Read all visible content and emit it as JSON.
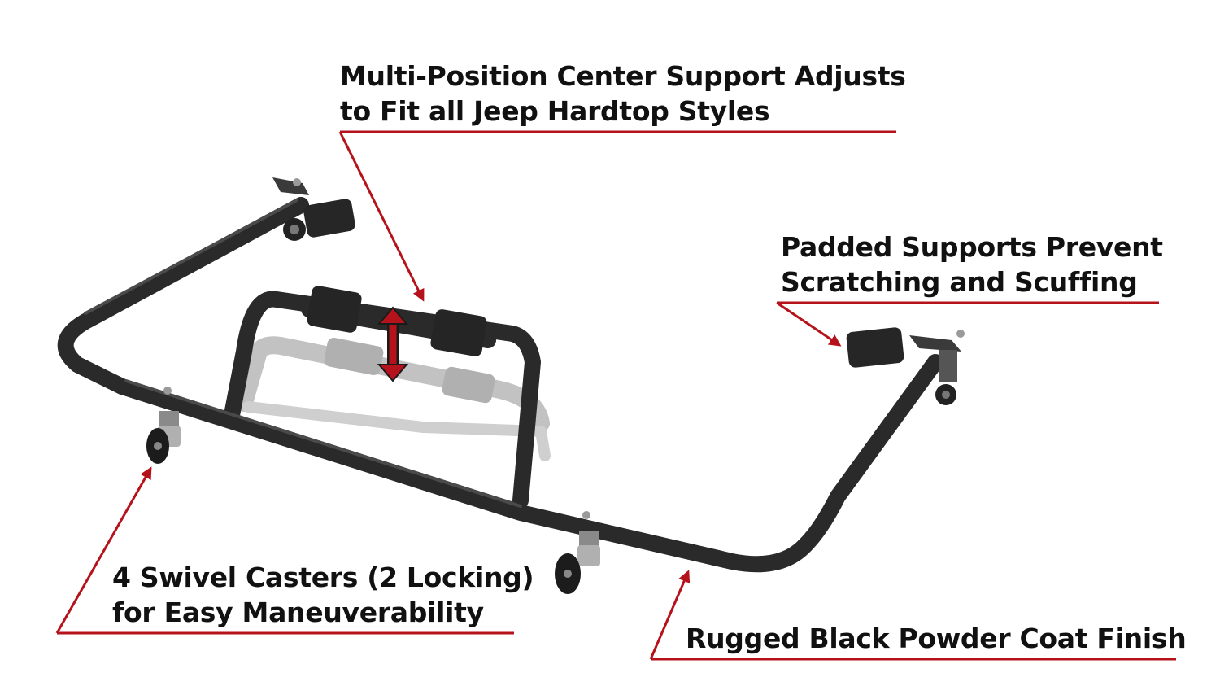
{
  "callouts": {
    "center_support": {
      "line1": "Multi-Position Center Support Adjusts",
      "line2": "to Fit all Jeep Hardtop Styles"
    },
    "padded_supports": {
      "line1": "Padded Supports Prevent",
      "line2": "Scratching and Scuffing"
    },
    "casters": {
      "line1": "4 Swivel Casters (2 Locking)",
      "line2": "for Easy Maneuverability"
    },
    "finish": {
      "line1": "Rugged Black Powder Coat Finish"
    }
  },
  "colors": {
    "accent_red": "#b5121b",
    "frame_black": "#2a2a2a",
    "ghost_gray": "#b8b8b8",
    "background": "#ffffff"
  }
}
